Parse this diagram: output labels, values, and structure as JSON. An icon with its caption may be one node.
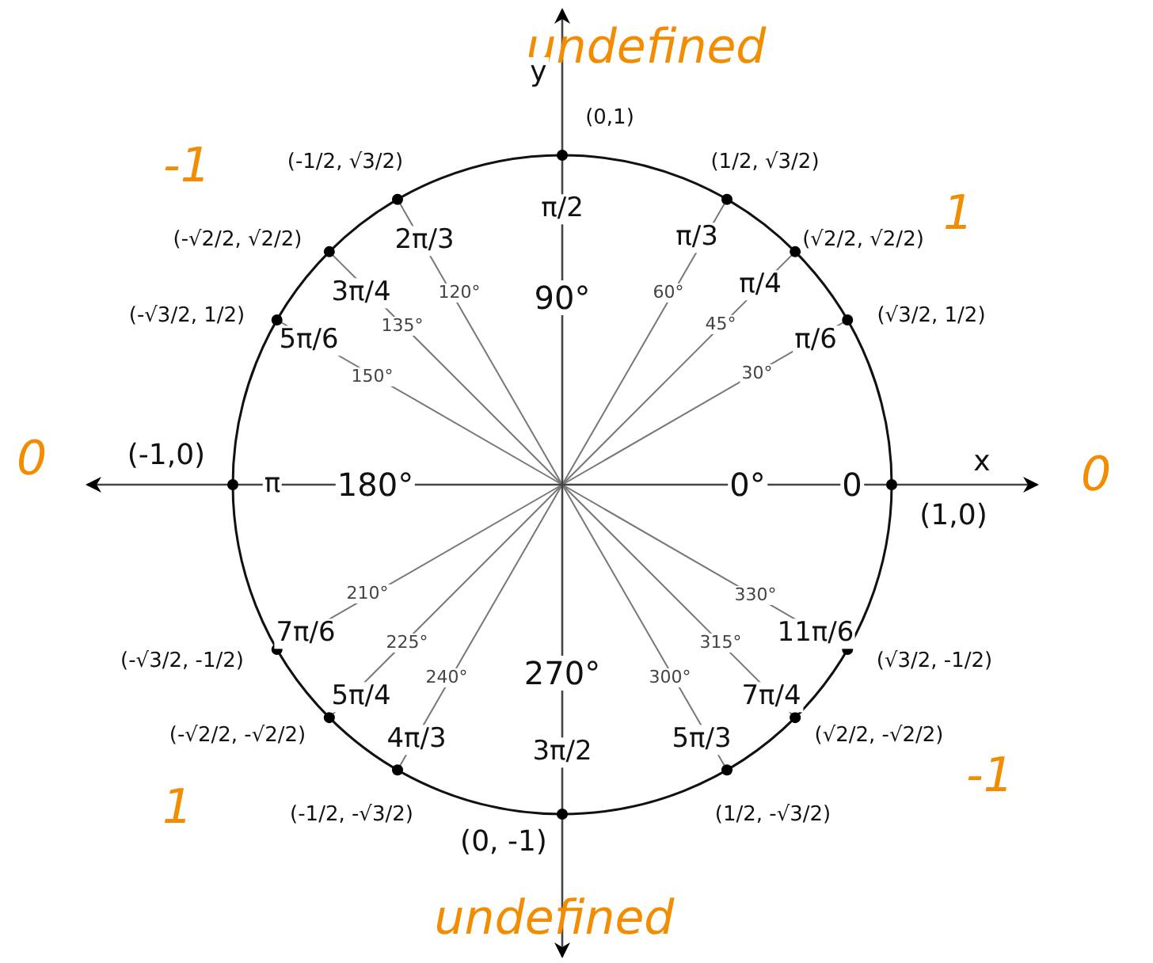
{
  "diagram": {
    "labels": [
      "undefined",
      "y",
      "(0,1)",
      "(-1/2, √3/2)",
      "(1/2, √3/2)",
      "-1",
      "π/2",
      "1",
      "(-√2/2, √2/2)",
      "2π/3",
      "π/3",
      "(√2/2, √2/2)",
      "3π/4",
      "120°",
      "90°",
      "60°",
      "π/4",
      "45°",
      "(-√3/2, 1/2)",
      "5π/6",
      "135°",
      "π/6",
      "(√3/2, 1/2)",
      "150°",
      "30°",
      "0",
      "(-1,0)",
      "x",
      "0",
      "π",
      "180°",
      "0°",
      "0",
      "(1,0)",
      "210°",
      "330°",
      "7π/6",
      "11π/6",
      "225°",
      "315°",
      "(-√3/2, -1/2)",
      "(√3/2, -1/2)",
      "240°",
      "270°",
      "300°",
      "5π/4",
      "7π/4",
      "4π/3",
      "5π/3",
      "3π/2",
      "(-√2/2, -√2/2)",
      "(√2/2, -√2/2)",
      "-1",
      "1",
      "(-1/2, -√3/2)",
      "(1/2, -√3/2)",
      "(0, -1)",
      "undefined"
    ]
  }
}
